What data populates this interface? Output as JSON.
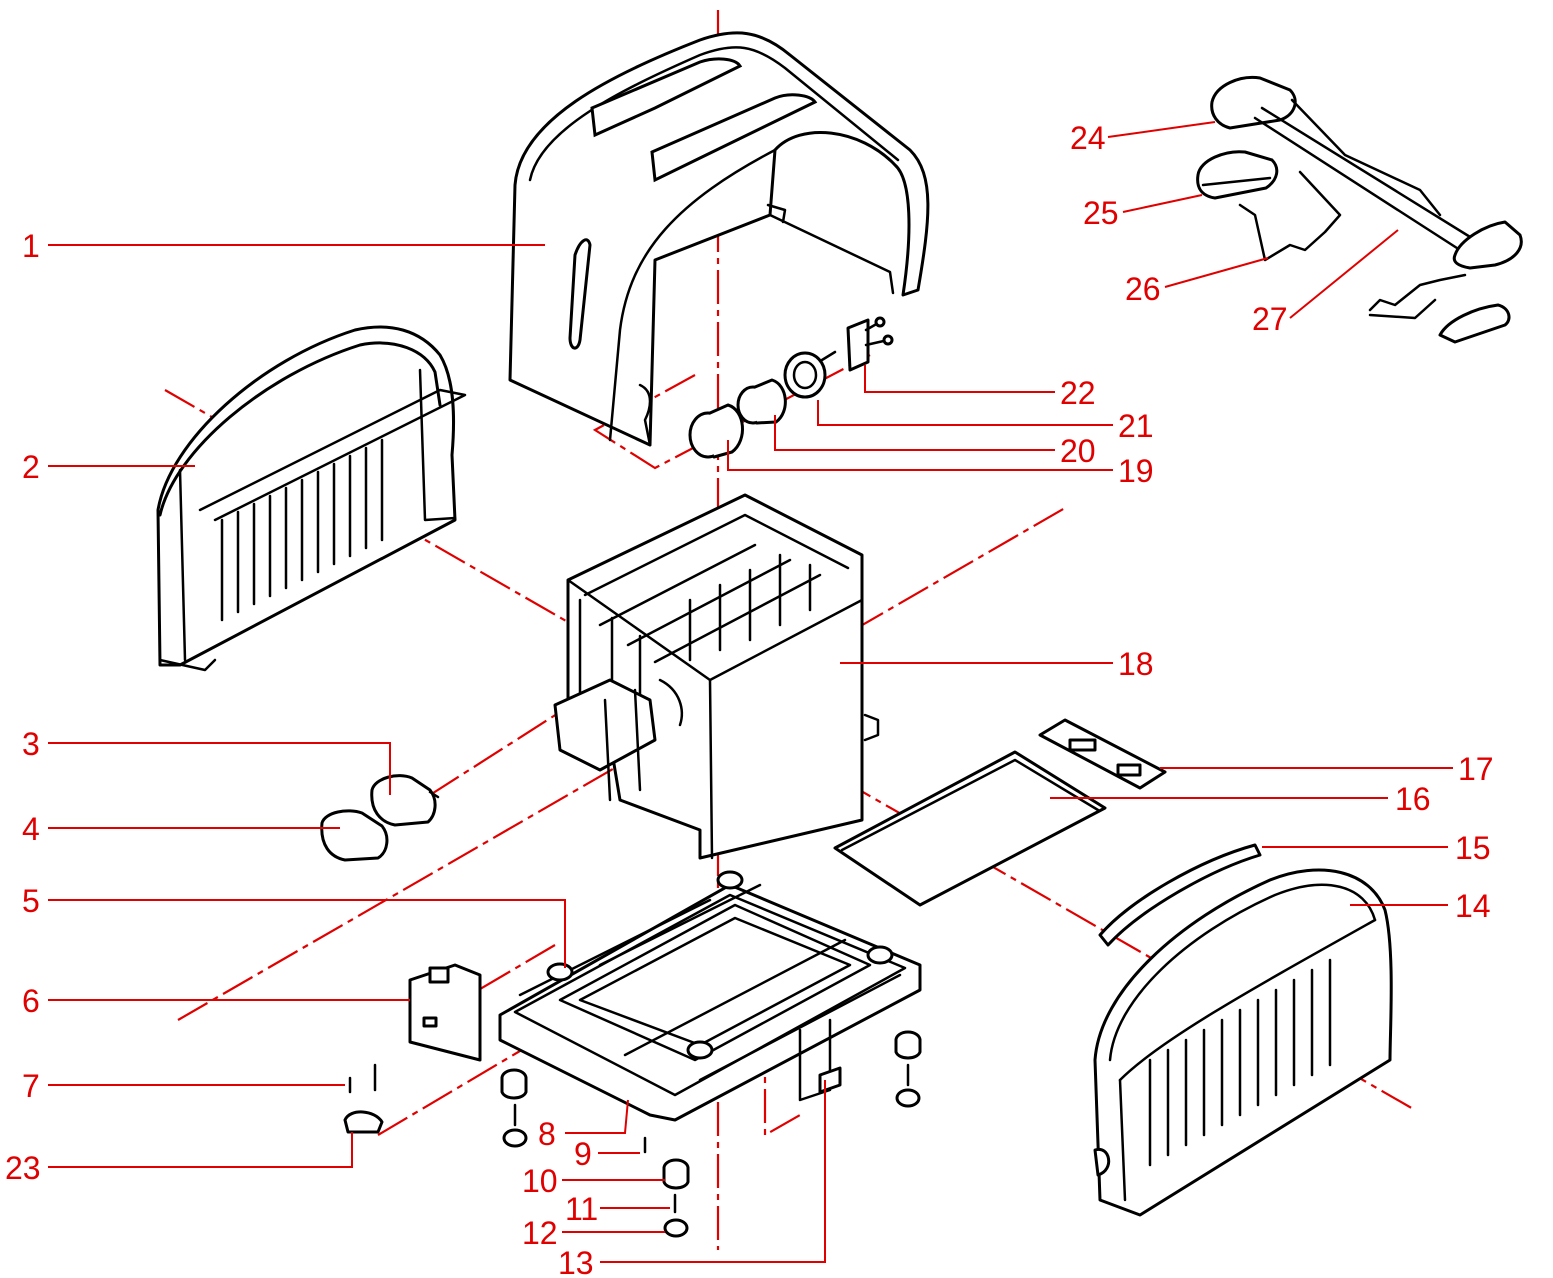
{
  "colors": {
    "callout": "#e00000",
    "line_art": "#000000",
    "background": "#ffffff"
  },
  "callouts": [
    {
      "id": "c1",
      "text": "1"
    },
    {
      "id": "c2",
      "text": "2"
    },
    {
      "id": "c3",
      "text": "3"
    },
    {
      "id": "c4",
      "text": "4"
    },
    {
      "id": "c5",
      "text": "5"
    },
    {
      "id": "c6",
      "text": "6"
    },
    {
      "id": "c7",
      "text": "7"
    },
    {
      "id": "c8",
      "text": "8"
    },
    {
      "id": "c9",
      "text": "9"
    },
    {
      "id": "c10",
      "text": "10"
    },
    {
      "id": "c11",
      "text": "11"
    },
    {
      "id": "c12",
      "text": "12"
    },
    {
      "id": "c13",
      "text": "13"
    },
    {
      "id": "c14",
      "text": "14"
    },
    {
      "id": "c15",
      "text": "15"
    },
    {
      "id": "c16",
      "text": "16"
    },
    {
      "id": "c17",
      "text": "17"
    },
    {
      "id": "c18",
      "text": "18"
    },
    {
      "id": "c19",
      "text": "19"
    },
    {
      "id": "c20",
      "text": "20"
    },
    {
      "id": "c21",
      "text": "21"
    },
    {
      "id": "c22",
      "text": "22"
    },
    {
      "id": "c23",
      "text": "23"
    },
    {
      "id": "c24",
      "text": "24"
    },
    {
      "id": "c25",
      "text": "25"
    },
    {
      "id": "c26",
      "text": "26"
    },
    {
      "id": "c27",
      "text": "27"
    }
  ]
}
